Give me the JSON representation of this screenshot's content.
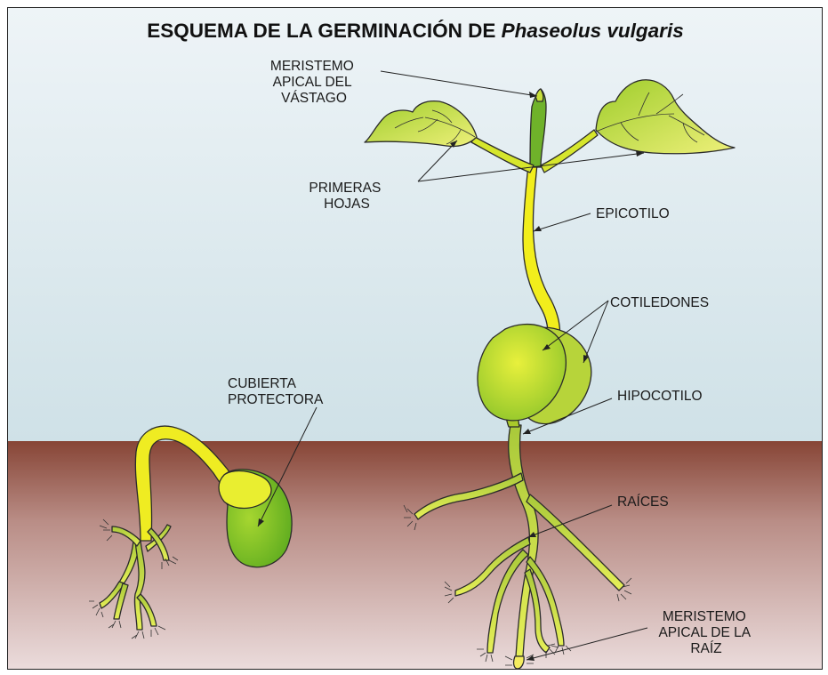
{
  "title": {
    "prefix": "ESQUEMA DE LA GERMINACIÓN DE ",
    "species": "Phaseolus vulgaris"
  },
  "labels": {
    "meristemo_apical_vastago": [
      "MERISTEMO",
      "APICAL DEL",
      "VÁSTAGO"
    ],
    "primeras_hojas": [
      "PRIMERAS",
      "HOJAS"
    ],
    "epicotilo": "EPICOTILO",
    "cotiledones": "COTILEDONES",
    "cubierta_protectora": [
      "CUBIERTA",
      "PROTECTORA"
    ],
    "hipocotilo": "HIPOCOTILO",
    "raices": "RAÍCES",
    "meristemo_apical_raiz": [
      "MERISTEMO",
      "APICAL DE LA",
      "RAÍZ"
    ]
  },
  "colors": {
    "sky_top": "#e9f1f5",
    "sky_bottom": "#cfe0e6",
    "soil_top": "#8a4a3b",
    "soil_bottom": "#e8d6d6",
    "stem_yellow": "#f2ef1c",
    "leaf_green": "#c9dc3a",
    "cotyledon_green": "#9fcf2f",
    "dark_green": "#6aa61e"
  }
}
